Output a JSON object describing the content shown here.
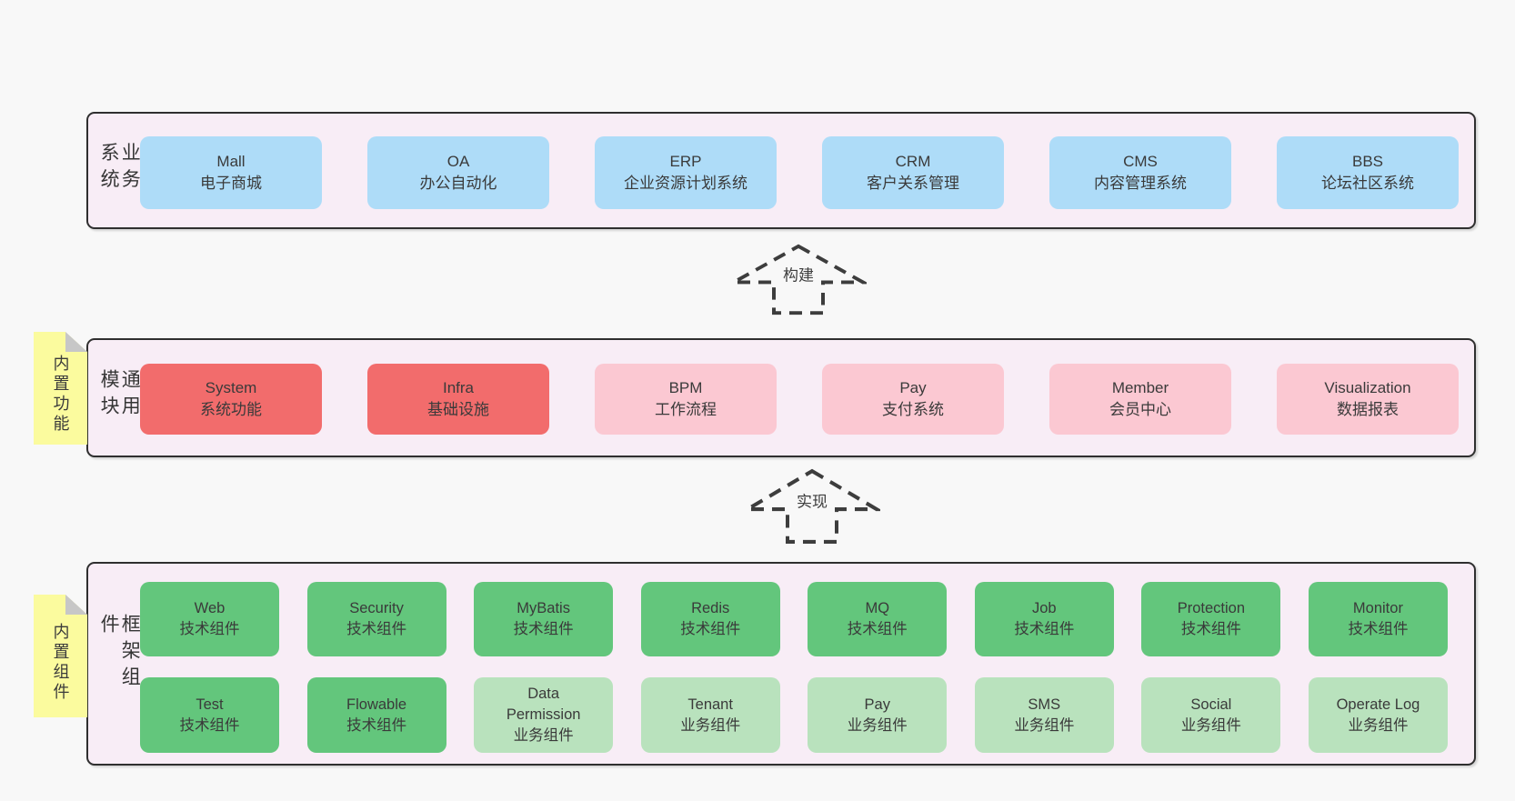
{
  "colors": {
    "page_bg": "#f8f8f8",
    "section_bg": "#f8edf6",
    "section_border": "#2f2f2f",
    "box_blue": "#aedcf8",
    "box_red": "#f26c6c",
    "box_pink": "#fbc8d2",
    "box_green": "#63c67c",
    "box_green_light": "#b9e2bd",
    "note_yellow": "#fbfb9e"
  },
  "diagram": {
    "sections": [
      {
        "label": "业务系统",
        "boxes": [
          {
            "name": "Mall",
            "desc": "电子商城"
          },
          {
            "name": "OA",
            "desc": "办公自动化"
          },
          {
            "name": "ERP",
            "desc": "企业资源计划系统"
          },
          {
            "name": "CRM",
            "desc": "客户关系管理"
          },
          {
            "name": "CMS",
            "desc": "内容管理系统"
          },
          {
            "name": "BBS",
            "desc": "论坛社区系统"
          }
        ]
      },
      {
        "label": "通用模块",
        "note": "内置功能",
        "boxes": [
          {
            "name": "System",
            "desc": "系统功能"
          },
          {
            "name": "Infra",
            "desc": "基础设施"
          },
          {
            "name": "BPM",
            "desc": "工作流程"
          },
          {
            "name": "Pay",
            "desc": "支付系统"
          },
          {
            "name": "Member",
            "desc": "会员中心"
          },
          {
            "name": "Visualization",
            "desc": "数据报表"
          }
        ]
      },
      {
        "label": "框架组件",
        "note": "内置组件",
        "rows": [
          [
            {
              "name": "Web",
              "desc": "技术组件"
            },
            {
              "name": "Security",
              "desc": "技术组件"
            },
            {
              "name": "MyBatis",
              "desc": "技术组件"
            },
            {
              "name": "Redis",
              "desc": "技术组件"
            },
            {
              "name": "MQ",
              "desc": "技术组件"
            },
            {
              "name": "Job",
              "desc": "技术组件"
            },
            {
              "name": "Protection",
              "desc": "技术组件"
            },
            {
              "name": "Monitor",
              "desc": "技术组件"
            }
          ],
          [
            {
              "name": "Test",
              "desc": "技术组件"
            },
            {
              "name": "Flowable",
              "desc": "技术组件"
            },
            {
              "name": "Data Permission",
              "desc": "业务组件"
            },
            {
              "name": "Tenant",
              "desc": "业务组件"
            },
            {
              "name": "Pay",
              "desc": "业务组件"
            },
            {
              "name": "SMS",
              "desc": "业务组件"
            },
            {
              "name": "Social",
              "desc": "业务组件"
            },
            {
              "name": "Operate Log",
              "desc": "业务组件"
            }
          ]
        ]
      }
    ],
    "arrows": [
      {
        "label": "构建"
      },
      {
        "label": "实现"
      }
    ]
  }
}
